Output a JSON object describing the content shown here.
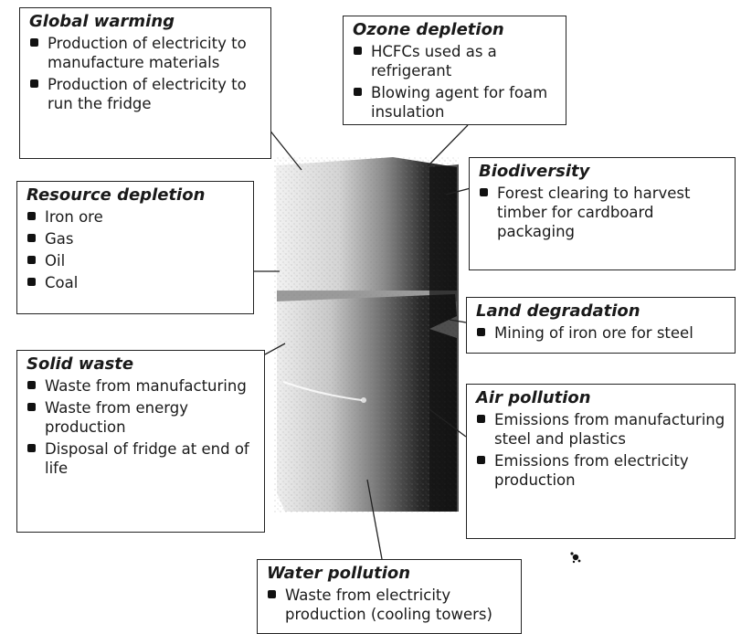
{
  "boxes": {
    "global_warming": {
      "title": "Global warming",
      "items": [
        "Production of electricity to manufacture materials",
        "Production of electricity to run the fridge"
      ]
    },
    "ozone_depletion": {
      "title": "Ozone depletion",
      "items": [
        "HCFCs used as a refrigerant",
        "Blowing agent for foam insulation"
      ]
    },
    "biodiversity": {
      "title": "Biodiversity",
      "items": [
        "Forest clearing to harvest timber for cardboard packaging"
      ]
    },
    "resource_depletion": {
      "title": "Resource depletion",
      "items": [
        "Iron ore",
        "Gas",
        "Oil",
        "Coal"
      ]
    },
    "land_degradation": {
      "title": "Land degradation",
      "items": [
        "Mining of iron ore for steel"
      ]
    },
    "solid_waste": {
      "title": "Solid waste",
      "items": [
        "Waste from manufacturing",
        "Waste from energy production",
        "Disposal of fridge at end of life"
      ]
    },
    "air_pollution": {
      "title": "Air pollution",
      "items": [
        "Emissions from manufacturing steel and plastics",
        "Emissions from electricity production"
      ]
    },
    "water_pollution": {
      "title": "Water pollution",
      "items": [
        "Waste from electricity production (cooling towers)"
      ]
    }
  }
}
